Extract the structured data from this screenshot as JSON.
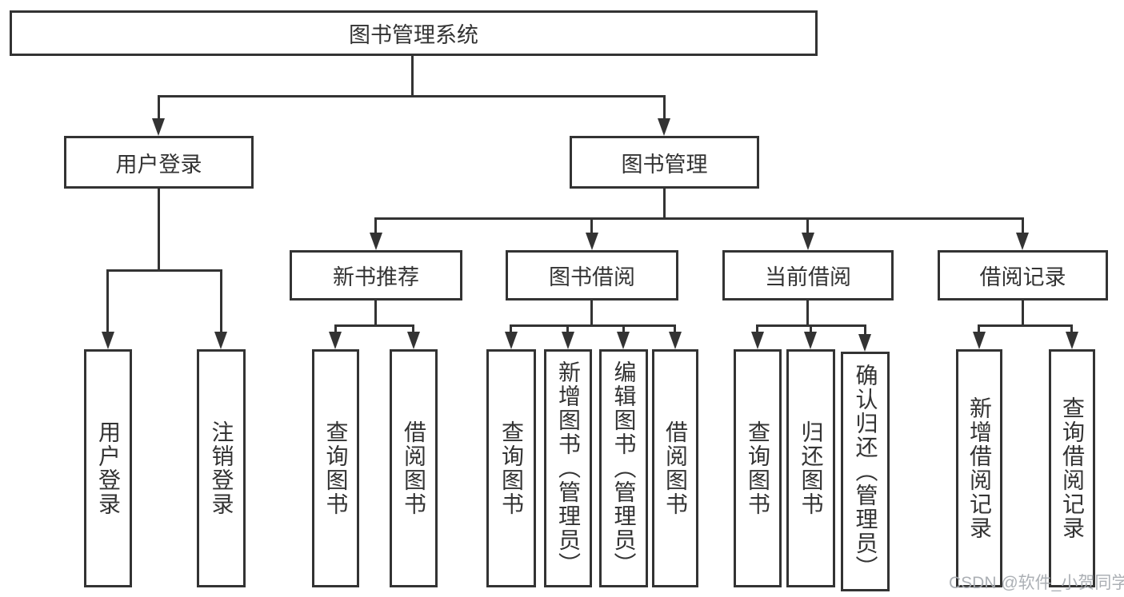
{
  "tree": {
    "root": "图书管理系统",
    "branches": [
      {
        "label": "用户登录",
        "children": [
          "用户登录",
          "注销登录"
        ]
      },
      {
        "label": "图书管理",
        "groups": [
          {
            "label": "新书推荐",
            "children": [
              "查询图书",
              "借阅图书"
            ]
          },
          {
            "label": "图书借阅",
            "children": [
              "查询图书",
              "新增图书（管理员）",
              "编辑图书（管理员）",
              "借阅图书"
            ]
          },
          {
            "label": "当前借阅",
            "children": [
              "查询图书",
              "归还图书",
              "确认归还（管理员）"
            ]
          },
          {
            "label": "借阅记录",
            "children": [
              "新增借阅记录",
              "查询借阅记录"
            ]
          }
        ]
      }
    ]
  },
  "watermark": {
    "text": "CSDN @软件_小贺同学"
  },
  "colors": {
    "line": "#333333",
    "text": "#333333",
    "background": "#ffffff",
    "watermark": "#a8acb1"
  }
}
